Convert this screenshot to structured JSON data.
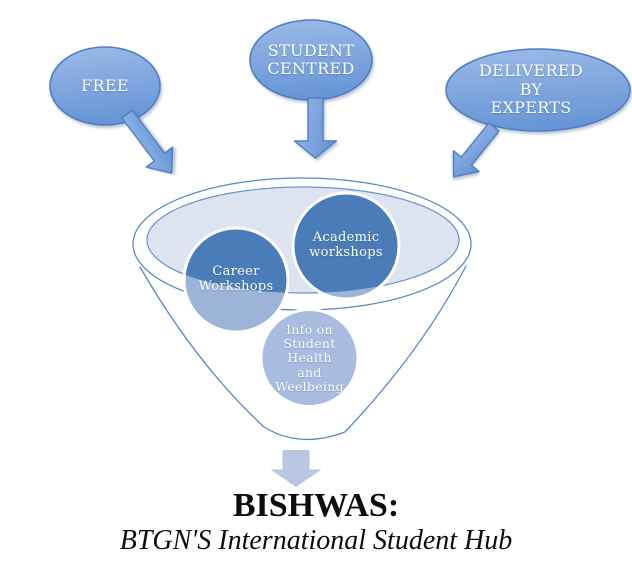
{
  "diagram": {
    "type": "funnel",
    "inputs": [
      {
        "label": "FREE"
      },
      {
        "label": "STUDENT CENTRED"
      },
      {
        "label": "DELIVERED BY EXPERTS"
      }
    ],
    "funnel_items": [
      {
        "label": "Career Workshops"
      },
      {
        "label": "Academic workshops"
      },
      {
        "label": "Info on Student Health and Weelbeing"
      }
    ],
    "result": {
      "title": "BISHWAS:",
      "subtitle": "BTGN'S International Student Hub"
    },
    "colors": {
      "bubble_top": "#9cbae7",
      "bubble_bottom": "#6795d6",
      "bubble_border": "#4d7ec4",
      "funnel_line": "#5b87c5",
      "bowl_fill": "#dde4f0",
      "bowl_border": "#6b94c9",
      "circle_dark": "#4a7db8",
      "circle_light": "#9cb4d8",
      "circle_info": "#a7bcdf",
      "output_arrow": "#b8c6e2",
      "label_text": "#ffffff",
      "title_text": "#000000"
    }
  }
}
